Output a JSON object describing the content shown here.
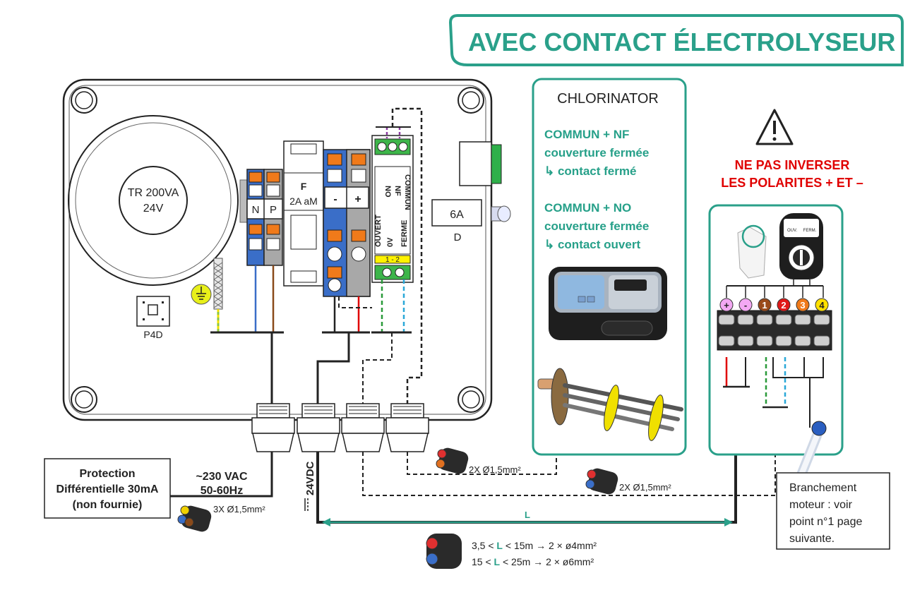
{
  "title": "AVEC CONTACT ÉLECTROLYSEUR",
  "colors": {
    "teal": "#2aa08a",
    "red": "#e00000",
    "terminal_blue": "#3a6ec8",
    "terminal_orange": "#f07a1a",
    "terminal_gray": "#a8a8a8",
    "yellow": "#fff200"
  },
  "transformer": {
    "line1": "TR 200VA",
    "line2": "24V"
  },
  "p4d_label": "P4D",
  "terminal_np": {
    "n": "N",
    "p": "P"
  },
  "fuse": {
    "f": "F",
    "rating": "2A aM"
  },
  "dc_terminal": {
    "minus": "-",
    "plus": "+"
  },
  "relay": {
    "no": "NO",
    "nf": "NF",
    "commun": "COMMUN",
    "ouvert": "OUVERT",
    "ov": "0V",
    "ferme": "FERME",
    "bottom_label": "1 - 2"
  },
  "breaker": {
    "rating": "6A",
    "curve": "D"
  },
  "chlorinator": {
    "title": "CHLORINATOR",
    "line1": "COMMUN + NF",
    "line2": "couverture fermée",
    "line3": "↳ contact fermé",
    "line4": "COMMUN + NO",
    "line5": "couverture fermée",
    "line6": "↳ contact ouvert"
  },
  "warning": {
    "icon": "warning-triangle-icon",
    "line1": "NE PAS INVERSER",
    "line2": "LES POLARITES + ET –"
  },
  "motor_box": {
    "switch_ouv": "OUV.",
    "switch_ferm": "FERM.",
    "terminals": [
      "+",
      "-",
      "1",
      "2",
      "3",
      "4"
    ],
    "terminal_colors": [
      "#f3a8f3",
      "#f3a8f3",
      "#9a4a1a",
      "#e01818",
      "#f07a1a",
      "#ffe000"
    ]
  },
  "protection": {
    "line1": "Protection",
    "line2": "Différentielle 30mA",
    "line3": "(non fournie)"
  },
  "supply": {
    "line1": "~230 VAC",
    "line2": "50-60Hz"
  },
  "cable_3x": "3X Ø1,5mm²",
  "cable_2x_a": "2X Ø1,5mm²",
  "cable_2x_b": "2X Ø1,5mm²",
  "vdc_label": "24VDC",
  "length_label": "L",
  "cable_len": {
    "r1_pre": "3,5 < ",
    "r1_l": "L",
    "r1_post": " < 15m → 2 × ø4mm²",
    "r2_pre": "15 < ",
    "r2_l": "L",
    "r2_post": " < 25m → 2 × ø6mm²"
  },
  "motor_note": {
    "line1": "Branchement",
    "line2": "moteur : voir",
    "line3": "point n°1 page",
    "line4": "suivante."
  }
}
